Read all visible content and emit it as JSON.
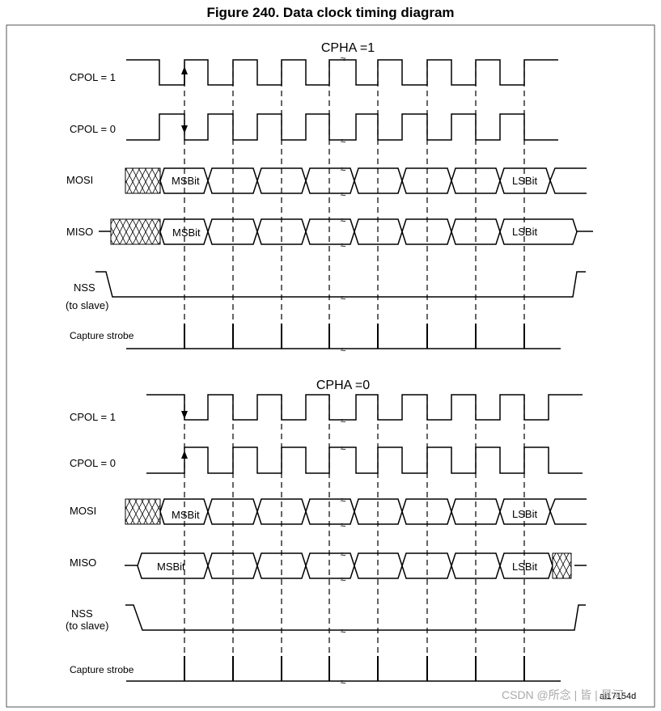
{
  "title": "Figure 240. Data clock timing diagram",
  "sections": [
    {
      "heading": "CPHA =1",
      "labels": {
        "cpol1": "CPOL = 1",
        "cpol0": "CPOL = 0",
        "mosi": "MOSI",
        "miso": "MISO",
        "nss_line1": "NSS",
        "nss_line2": "(to slave)",
        "capture": "Capture strobe"
      },
      "mosi_bits": {
        "first": "MSBit",
        "last": "LSBit"
      },
      "miso_bits": {
        "first": "MSBit",
        "last": "LSBit"
      }
    },
    {
      "heading": "CPHA =0",
      "labels": {
        "cpol1": "CPOL = 1",
        "cpol0": "CPOL = 0",
        "mosi": "MOSI",
        "miso": "MISO",
        "nss_line1": "NSS",
        "nss_line2": "(to slave)",
        "capture": "Capture strobe"
      },
      "mosi_bits": {
        "first": "MSBit",
        "last": "LSBit"
      },
      "miso_bits": {
        "first": "MSBit",
        "last": "LSBit"
      }
    }
  ],
  "break_mark": "≈",
  "figure_id": "ai17154d",
  "watermark": "CSDN @所念 | 皆 | 星河",
  "colors": {
    "line": "#000000",
    "frame": "#555555",
    "watermark": "#aaaaaa"
  }
}
